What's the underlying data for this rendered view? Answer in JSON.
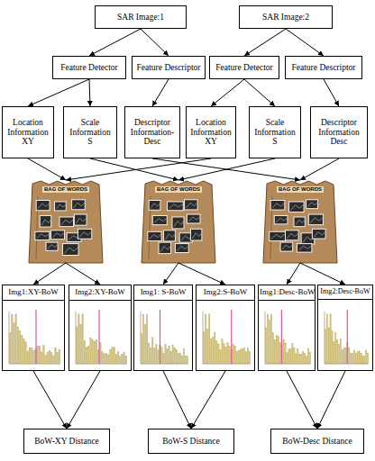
{
  "diagram": {
    "nodes": [
      {
        "text": [
          "SAR Image:1"
        ]
      },
      {
        "text": [
          "SAR Image:2"
        ]
      },
      {
        "text": [
          "Feature Detector"
        ]
      },
      {
        "text": [
          "Feature Descriptor"
        ]
      },
      {
        "text": [
          "Feature Detector"
        ]
      },
      {
        "text": [
          "Feature Descriptor"
        ]
      },
      {
        "text": [
          "Location Information XY"
        ]
      },
      {
        "text": [
          "Scale Information S"
        ]
      },
      {
        "text": [
          "Descriptor Information-Desc"
        ]
      },
      {
        "text": [
          "Location Information XY"
        ]
      },
      {
        "text": [
          "Scale Information S"
        ]
      },
      {
        "text": [
          "Descriptor Information Desc"
        ]
      },
      {
        "text": [
          "BAG OF WORDS"
        ]
      },
      {
        "text": [
          "BAG OF WORDS"
        ]
      },
      {
        "text": [
          "BAG OF WORDS"
        ]
      },
      {
        "text": [
          "Img1:XY-BoW"
        ]
      },
      {
        "text": [
          "Img2:XY-BoW"
        ]
      },
      {
        "text": [
          "Img1: S-BoW"
        ]
      },
      {
        "text": [
          "Img2:S-BoW"
        ]
      },
      {
        "text": [
          "Img1:Desc-BoW"
        ]
      },
      {
        "text": [
          "Img2:Desc-BoW"
        ]
      },
      {
        "text": [
          "BoW-XY Distance"
        ]
      },
      {
        "text": [
          "BoW-S Distance"
        ]
      },
      {
        "text": [
          "BoW-Desc Distance"
        ]
      }
    ],
    "edges": [
      {
        "from": 0,
        "to": 2,
        "arrow": "to"
      },
      {
        "from": 0,
        "to": 3,
        "arrow": "to"
      },
      {
        "from": 1,
        "to": 4,
        "arrow": "to"
      },
      {
        "from": 1,
        "to": 5,
        "arrow": "to"
      },
      {
        "from": 2,
        "to": 6,
        "arrow": "to"
      },
      {
        "from": 2,
        "to": 7,
        "arrow": "to"
      },
      {
        "from": 3,
        "to": 8,
        "arrow": "to"
      },
      {
        "from": 4,
        "to": 9,
        "arrow": "to"
      },
      {
        "from": 4,
        "to": 10,
        "arrow": "to"
      },
      {
        "from": 5,
        "to": 11,
        "arrow": "to"
      },
      {
        "from": 6,
        "to": 12,
        "arrow": "to"
      },
      {
        "from": 9,
        "to": 12,
        "arrow": "to"
      },
      {
        "from": 7,
        "to": 13,
        "arrow": "to"
      },
      {
        "from": 10,
        "to": 13,
        "arrow": "to"
      },
      {
        "from": 8,
        "to": 14,
        "arrow": "to"
      },
      {
        "from": 11,
        "to": 14,
        "arrow": "to"
      },
      {
        "from": 12,
        "to": 15,
        "arrow": "to"
      },
      {
        "from": 12,
        "to": 16,
        "arrow": "to"
      },
      {
        "from": 13,
        "to": 17,
        "arrow": "to"
      },
      {
        "from": 13,
        "to": 18,
        "arrow": "to"
      },
      {
        "from": 14,
        "to": 19,
        "arrow": "to"
      },
      {
        "from": 14,
        "to": 20,
        "arrow": "to"
      },
      {
        "from": 15,
        "to": 21,
        "arrow": "to"
      },
      {
        "from": 16,
        "to": 21,
        "arrow": "to"
      },
      {
        "from": 17,
        "to": 22,
        "arrow": "to"
      },
      {
        "from": 18,
        "to": 22,
        "arrow": "to"
      },
      {
        "from": 19,
        "to": 23,
        "arrow": "to"
      },
      {
        "from": 20,
        "to": 23,
        "arrow": "to"
      }
    ]
  }
}
